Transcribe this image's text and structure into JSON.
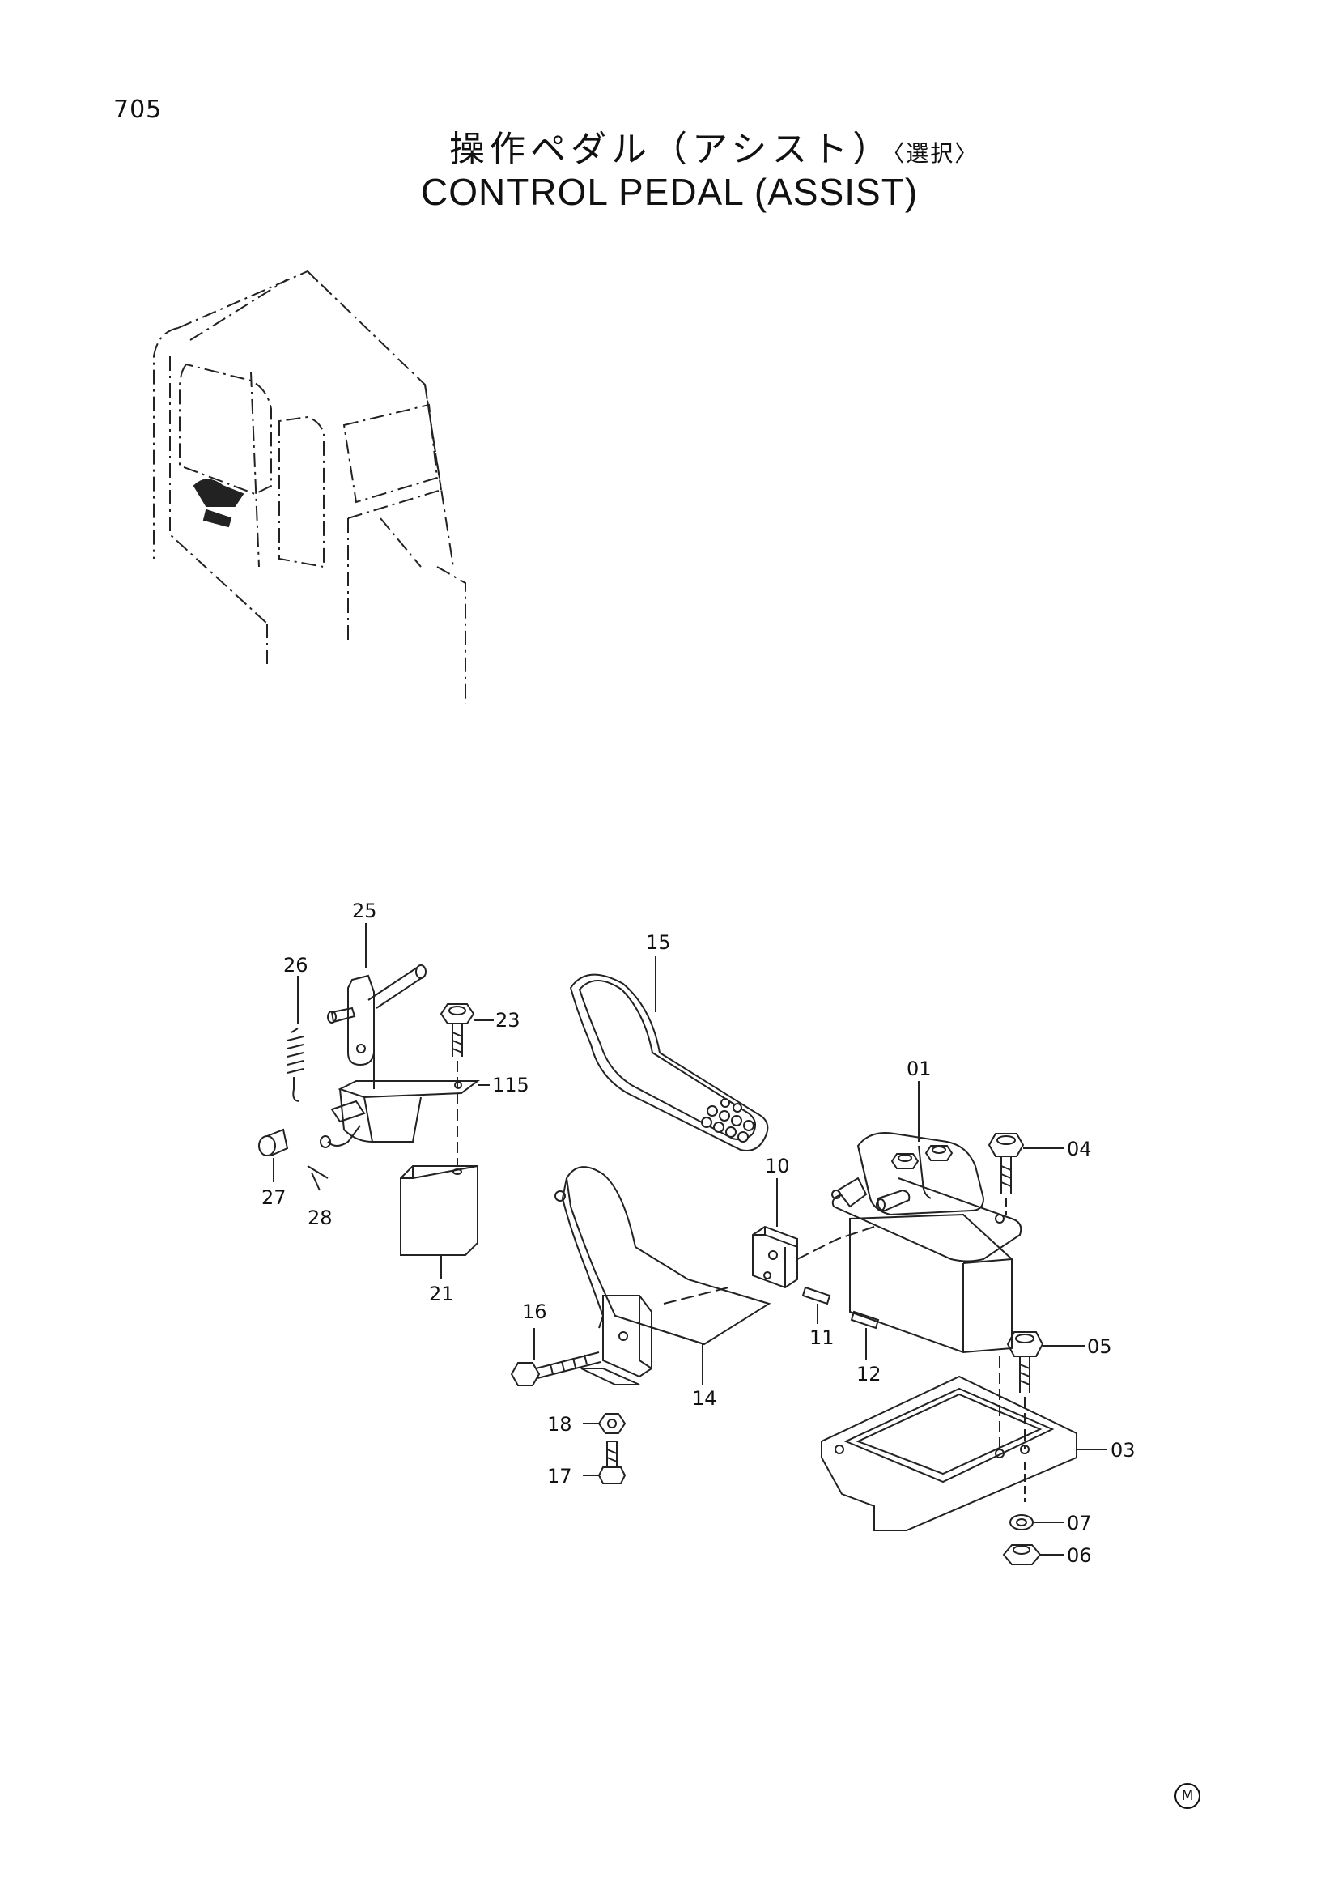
{
  "page_number": "705",
  "title": {
    "japanese": "操作ペダル（アシスト）",
    "japanese_note": "〈選択〉",
    "english": "CONTROL PEDAL (ASSIST)"
  },
  "corner_mark": "M",
  "callouts": {
    "p01": "01",
    "p03": "03",
    "p04": "04",
    "p05": "05",
    "p06": "06",
    "p07": "07",
    "p10": "10",
    "p11": "11",
    "p12": "12",
    "p14": "14",
    "p15": "15",
    "p16": "16",
    "p17": "17",
    "p18": "18",
    "p21": "21",
    "p23": "23",
    "p25": "25",
    "p26": "26",
    "p27": "27",
    "p28": "28",
    "p115": "115"
  }
}
